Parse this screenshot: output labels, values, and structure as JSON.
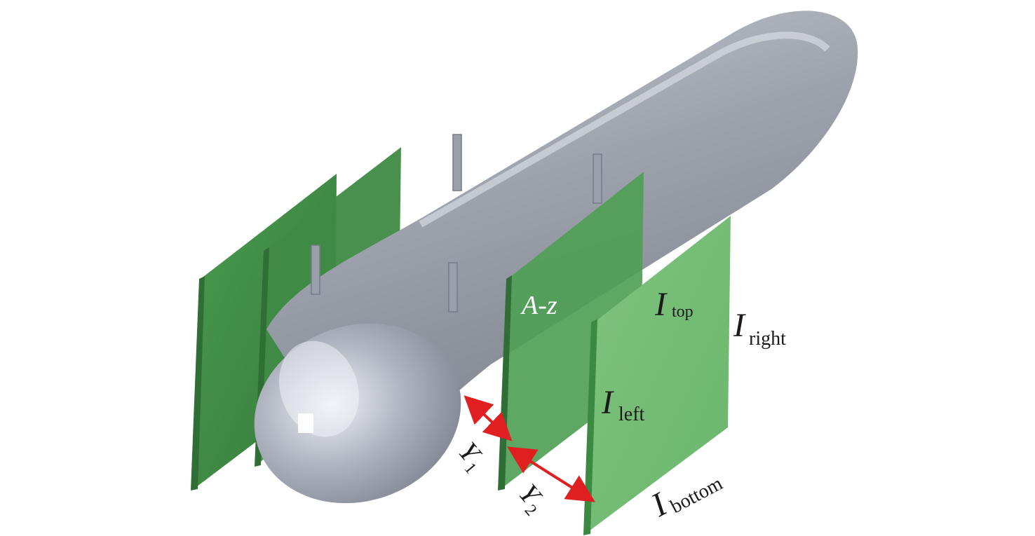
{
  "diagram": {
    "labels": {
      "az": "A-z",
      "i_top_main": "I",
      "i_top_sub": "top",
      "i_right_main": "I",
      "i_right_sub": "right",
      "i_left_main": "I",
      "i_left_sub": "left",
      "i_bottom_main": "I",
      "i_bottom_sub": "bottom",
      "y1_main": "Y",
      "y1_sub": "1",
      "y2_main": "Y",
      "y2_sub": "2"
    },
    "colors": {
      "plate": "#5fae63",
      "plate_dark": "#3f8a45",
      "hull": "#a8adb8",
      "hull_highlight": "#e8eaf0",
      "arrow": "#e02020"
    }
  }
}
